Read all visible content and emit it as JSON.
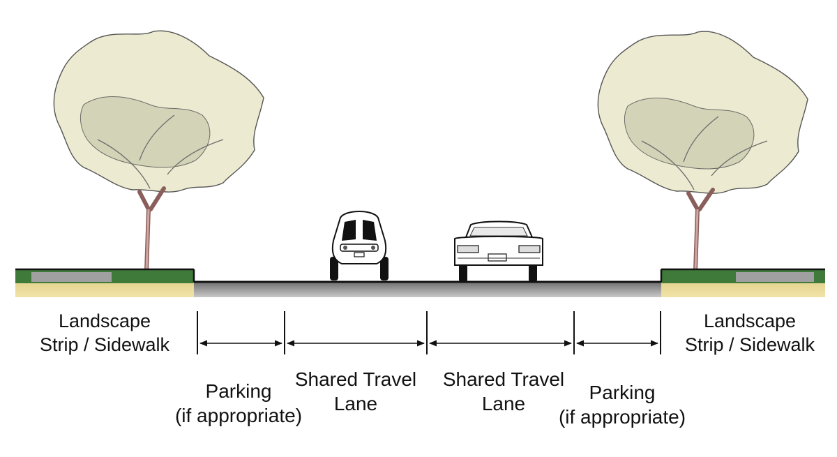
{
  "labels": {
    "left_strip": [
      "Landscape",
      "Strip / Sidewalk"
    ],
    "right_strip": [
      "Landscape",
      "Strip / Sidewalk"
    ],
    "left_parking": [
      "Parking",
      "(if appropriate)"
    ],
    "left_lane": [
      "Shared Travel",
      "Lane"
    ],
    "right_lane": [
      "Shared Travel",
      "Lane"
    ],
    "right_parking": [
      "Parking",
      "(if appropriate)"
    ]
  },
  "colors": {
    "grass": "#3f7a3a",
    "soil": "#e4d18c",
    "road": "#9a9a9a",
    "road_edge": "#111111",
    "canopy": "#e8e6c8",
    "canopy_shadow": "#c9c9a8",
    "trunk": "#c9a3a0"
  }
}
